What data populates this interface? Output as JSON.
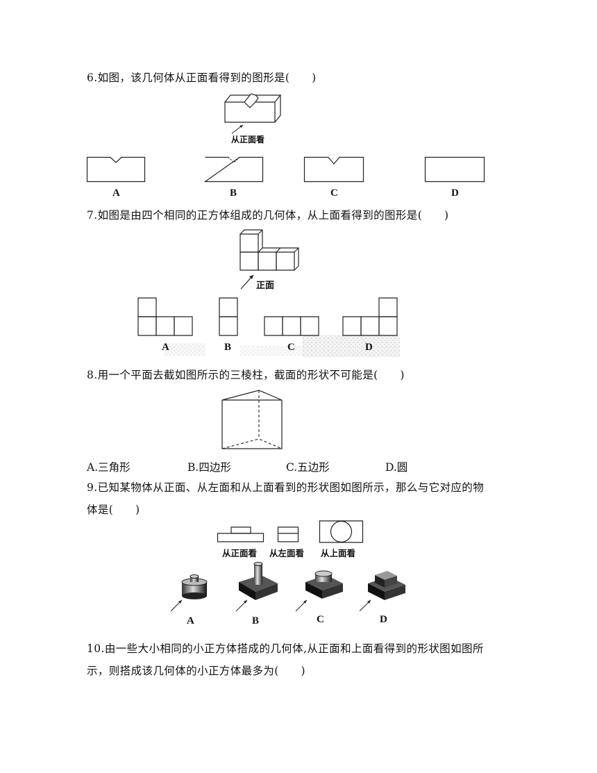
{
  "q6": {
    "text": "6.如图，该几何体从正面看得到的图形是(　　)",
    "caption": "从正面看",
    "labels": [
      "A",
      "B",
      "C",
      "D"
    ]
  },
  "q7": {
    "text": "7.如图是由四个相同的正方体组成的几何体，从上面看得到的图形是(　　)",
    "caption": "正面",
    "labels": [
      "A",
      "B",
      "C",
      "D"
    ]
  },
  "q8": {
    "text": "8.用一个平面去截如图所示的三棱柱，截面的形状不可能是(　　)",
    "options": [
      "A.三角形",
      "B.四边形",
      "C.五边形",
      "D.圆"
    ]
  },
  "q9": {
    "text_line1": "9.已知某物体从正面、从左面和从上面看到的形状图如图所示，那么与它对应的物",
    "text_line2": "体是(　　)",
    "view_captions": [
      "从正面看",
      "从左面看",
      "从上面看"
    ],
    "labels": [
      "A",
      "B",
      "C",
      "D"
    ]
  },
  "q10": {
    "text_line1": "10.由一些大小相同的小正方体搭成的几何体,从正面和上面看得到的形状图如图所",
    "text_line2": "示，则搭成该几何体的小正方体最多为(　　)"
  }
}
